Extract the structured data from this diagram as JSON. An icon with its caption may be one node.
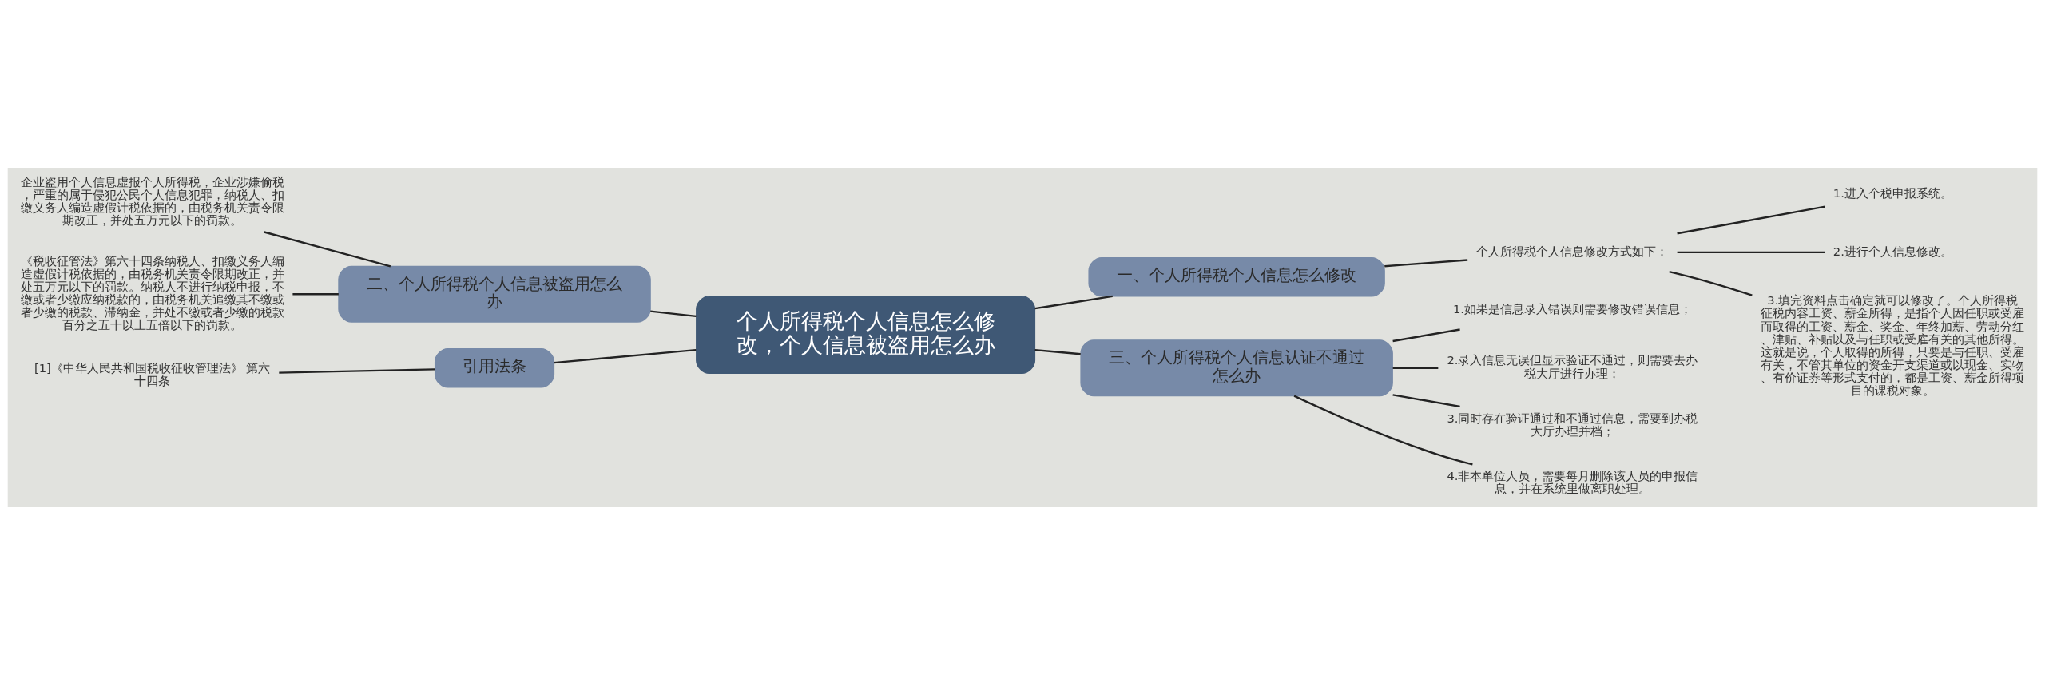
{
  "diagram": {
    "nodes": [
      {
        "text": [
          "个人所得税个人信息怎么修改，个人信息被盗用怎么办"
        ]
      },
      {
        "text": [
          "一、个人所得税个人信息怎么修改"
        ]
      },
      {
        "text": [
          "个人所得税个人信息修改方式如下："
        ]
      },
      {
        "text": [
          "1.进入个税申报系统。"
        ]
      },
      {
        "text": [
          "2.进行个人信息修改。"
        ]
      },
      {
        "text": [
          "3.填完资料点击确定就可以修改了。个人所得税征税内容工资、薪金所得，是指个人因任职或受雇而取得的工资、薪金、奖金、年终加薪、劳动分红、津贴、补贴以及与任职或受雇有关的其他所得。这就是说，个人取得的所得，只要是与任职、受雇有关，不管其单位的资金开支渠道或以现金、实物、有价证券等形式支付的，都是工资、薪金所得项目的课税对象。"
        ]
      },
      {
        "text": [
          "二、个人所得税个人信息被盗用怎么办"
        ]
      },
      {
        "text": [
          "企业盗用个人信息虚报个人所得税，企业涉嫌偷税，严重的属于侵犯公民个人信息犯罪，纳税人、扣缴义务人编造虚假计税依据的，由税务机关责令限期改正，并处五万元以下的罚款。"
        ]
      },
      {
        "text": [
          "《税收征管法》第六十四条纳税人、扣缴义务人编造虚假计税依据的，由税务机关责令限期改正，并处五万元以下的罚款。纳税人不进行纳税申报，不缴或者少缴应纳税款的，由税务机关追缴其不缴或者少缴的税款、滞纳金，并处不缴或者少缴的税款百分之五十以上五倍以下的罚款。"
        ]
      },
      {
        "text": [
          "引用法条"
        ]
      },
      {
        "text": [
          "[1]《中华人民共和国税收征收管理法》 第六十四条"
        ]
      },
      {
        "text": [
          "三、个人所得税个人信息认证不通过怎么办"
        ]
      },
      {
        "text": [
          "1.如果是信息录入错误则需要修改错误信息；"
        ]
      },
      {
        "text": [
          "2.录入信息无误但显示验证不通过，则需要去办税大厅进行办理；"
        ]
      },
      {
        "text": [
          "3.同时存在验证通过和不通过信息，需要到办税大厅办理并档；"
        ]
      },
      {
        "text": [
          "4.非本单位人员，需要每月删除该人员的申报信息，并在系统里做离职处理。"
        ]
      }
    ],
    "edges": [
      {
        "from": 0,
        "to": 1,
        "arrow": "none"
      },
      {
        "from": 1,
        "to": 2,
        "arrow": "none"
      },
      {
        "from": 2,
        "to": 3,
        "arrow": "none"
      },
      {
        "from": 2,
        "to": 4,
        "arrow": "none"
      },
      {
        "from": 2,
        "to": 5,
        "arrow": "none"
      },
      {
        "from": 6,
        "to": 0,
        "arrow": "none"
      },
      {
        "from": 7,
        "to": 6,
        "arrow": "none"
      },
      {
        "from": 8,
        "to": 6,
        "arrow": "none"
      },
      {
        "from": 9,
        "to": 0,
        "arrow": "none"
      },
      {
        "from": 10,
        "to": 9,
        "arrow": "none"
      },
      {
        "from": 0,
        "to": 11,
        "arrow": "none"
      },
      {
        "from": 11,
        "to": 12,
        "arrow": "none"
      },
      {
        "from": 11,
        "to": 13,
        "arrow": "none"
      },
      {
        "from": 11,
        "to": 14,
        "arrow": "none"
      },
      {
        "from": 11,
        "to": 15,
        "arrow": "none"
      }
    ]
  }
}
